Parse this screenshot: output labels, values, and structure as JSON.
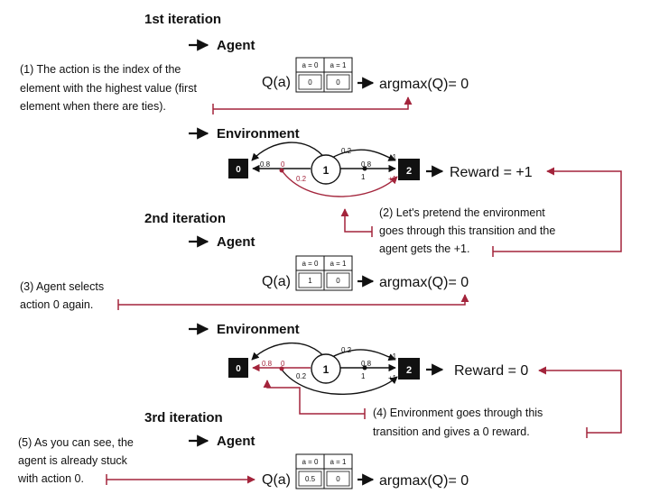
{
  "colors": {
    "ink": "#111111",
    "accent": "#a3243b",
    "background": "#ffffff"
  },
  "iterations": [
    {
      "title": "1st iteration",
      "agent": {
        "label": "Agent",
        "q_label": "Q(a)",
        "headers": [
          "a = 0",
          "a = 1"
        ],
        "values": [
          "0",
          "0"
        ],
        "result": "argmax(Q)= 0"
      },
      "environment": {
        "label": "Environment",
        "state_left": "0",
        "state_center": "1",
        "state_right": "2",
        "prob_top": "0.2",
        "prob_left": "0.8",
        "prob_right": "0.8",
        "reward_left": "0",
        "reward_right_top": "+1",
        "reward_right_bottom": "+1",
        "reward_mid": "1",
        "prob_red": "0.2",
        "reward_text": "Reward = +1"
      }
    },
    {
      "title": "2nd iteration",
      "agent": {
        "label": "Agent",
        "q_label": "Q(a)",
        "headers": [
          "a = 0",
          "a = 1"
        ],
        "values": [
          "1",
          "0"
        ],
        "result": "argmax(Q)= 0"
      },
      "environment": {
        "label": "Environment",
        "state_left": "0",
        "state_center": "1",
        "state_right": "2",
        "prob_top": "0.2",
        "prob_left": "0.8",
        "prob_right": "0.8",
        "reward_left": "0",
        "reward_right_top": "+1",
        "reward_right_bottom": "+1",
        "reward_mid": "1",
        "prob_red": "0.2",
        "reward_text": "Reward = 0"
      }
    },
    {
      "title": "3rd iteration",
      "agent": {
        "label": "Agent",
        "q_label": "Q(a)",
        "headers": [
          "a = 0",
          "a = 1"
        ],
        "values": [
          "0.5",
          "0"
        ],
        "result": "argmax(Q)= 0"
      }
    }
  ],
  "notes": {
    "n1": [
      "(1) The action is the index of the",
      "element with the highest value (first",
      "element when there are ties)."
    ],
    "n2": [
      "(2) Let's pretend the environment",
      "goes through this transition and the",
      "agent gets the +1."
    ],
    "n3": [
      "(3) Agent selects",
      "action 0 again."
    ],
    "n4": [
      "(4) Environment goes through this",
      "transition and gives a 0 reward."
    ],
    "n5": [
      "(5) As you can see, the",
      "agent is already stuck",
      "with action 0."
    ]
  },
  "arrow_glyph": "→"
}
